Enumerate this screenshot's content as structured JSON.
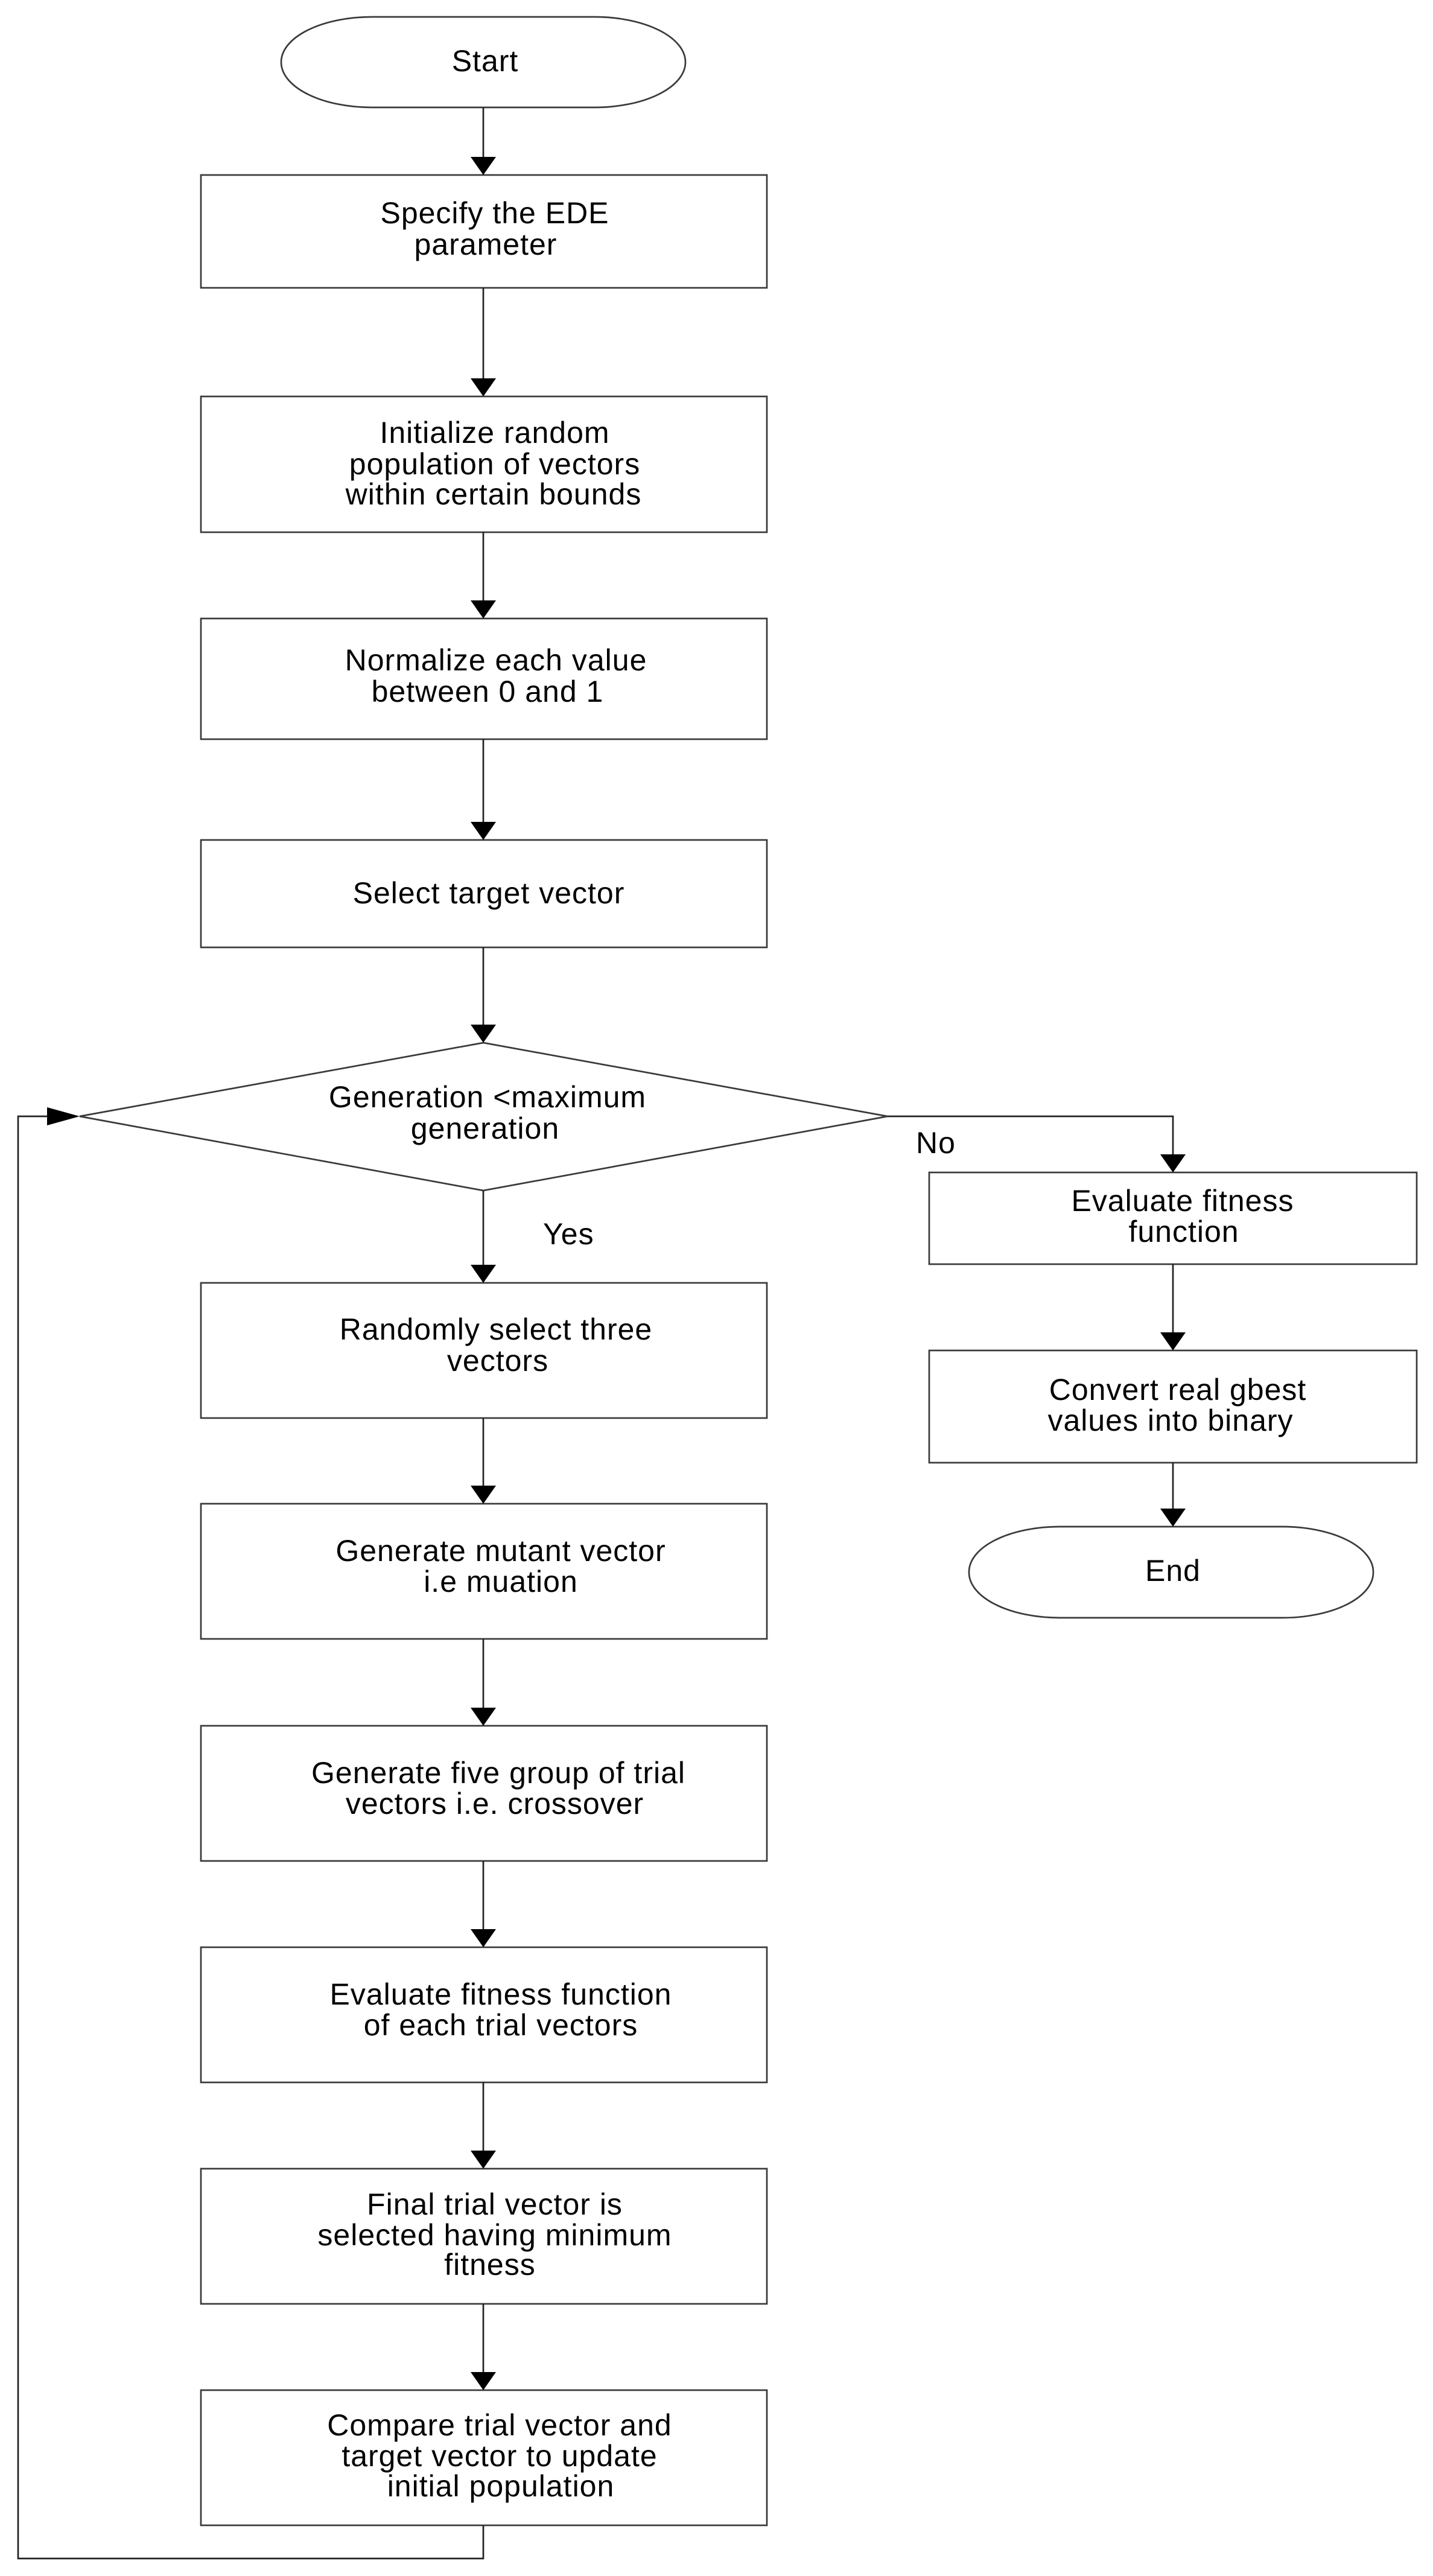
{
  "nodes": {
    "start": "Start",
    "specify_1": "Specify the EDE",
    "specify_2": "parameter",
    "init_1": "Initialize random",
    "init_2": "population of vectors",
    "init_3": "within certain bounds",
    "normalize_1": "Normalize each value",
    "normalize_2": "between 0 and 1",
    "select_target": "Select target vector",
    "decision_1": "Generation <maximum",
    "decision_2": "generation",
    "random_1": "Randomly select three",
    "random_2": "vectors",
    "mutant_1": "Generate mutant vector",
    "mutant_2": "i.e muation",
    "trial_1": "Generate five group of trial",
    "trial_2": "vectors i.e. crossover",
    "evaltrial_1": "Evaluate fitness function",
    "evaltrial_2": "of each trial vectors",
    "final_1": "Final trial vector is",
    "final_2": "selected having minimum",
    "final_3": "fitness",
    "compare_1": "Compare trial vector and",
    "compare_2": "target vector to update",
    "compare_3": "initial population",
    "evalfit_1": "Evaluate fitness",
    "evalfit_2": "function",
    "convert_1": "Convert real gbest",
    "convert_2": "values into binary",
    "end": "End"
  },
  "edges": {
    "yes": "Yes",
    "no": "No"
  }
}
